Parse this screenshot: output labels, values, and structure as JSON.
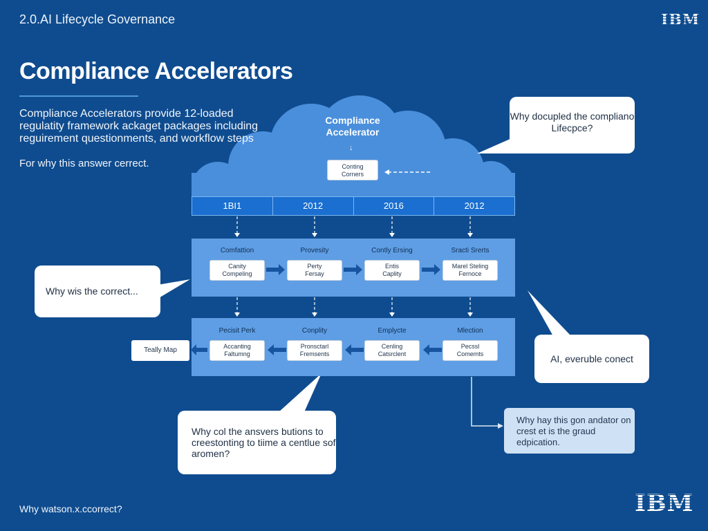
{
  "header": {
    "section_title": "2.0.AI Lifecycle Governance",
    "logo": "IBM"
  },
  "title": "Compliance Accelerators",
  "intro": {
    "paragraph": "Compliance Accelerators provide 12-loaded regulatity framework ackaget packages including reguirement questionments, and workflow steps",
    "note": "For why this answer cerrect."
  },
  "cloud": {
    "title": "Compliance Accelerator",
    "arrow": "↓",
    "box_line1": "Conting",
    "box_line2": "Corners"
  },
  "years": [
    "1BI1",
    "2012",
    "2016",
    "2012"
  ],
  "row1": {
    "labels": [
      "Comfattion",
      "Provesity",
      "Contly Ersing",
      "Sracti Srerts"
    ],
    "boxes": [
      {
        "line1": "Canity",
        "line2": "Compeling"
      },
      {
        "line1": "Perty",
        "line2": "Fersay"
      },
      {
        "line1": "Entis",
        "line2": "Caplity"
      },
      {
        "line1": "Marel Steling",
        "line2": "Fernoce"
      }
    ]
  },
  "row2": {
    "labels": [
      "Pecisit Perk",
      "Conplity",
      "Emplycte",
      "Mlection"
    ],
    "boxes": [
      {
        "line1": "Accanting",
        "line2": "Faltumng"
      },
      {
        "line1": "Pronsctarl",
        "line2": "Fremsents"
      },
      {
        "line1": "Cenling",
        "line2": "Catsrclent"
      },
      {
        "line1": "Pecssl",
        "line2": "Comemts"
      }
    ],
    "tag": "Teally Map"
  },
  "bubbles": {
    "top_right": "Why docupled the compliano Lifecpce?",
    "left": "Why wis the correct...",
    "right": "AI, everuble conect",
    "bottom": "Why col the ansvers butions to creestonting to tiime a centlue sof aromen?",
    "bottom_right": "Why hay this gon andator on crest et is the graud edpication."
  },
  "footer": {
    "question": "Why watson.x.ccorrect?",
    "logo": "IBM"
  },
  "colors": {
    "background": "#0f4c8f",
    "cloud": "#4f91dc",
    "panel": "#5f9ee4",
    "year_bar": "#1a6fd0",
    "arrow": "#1754a0"
  }
}
